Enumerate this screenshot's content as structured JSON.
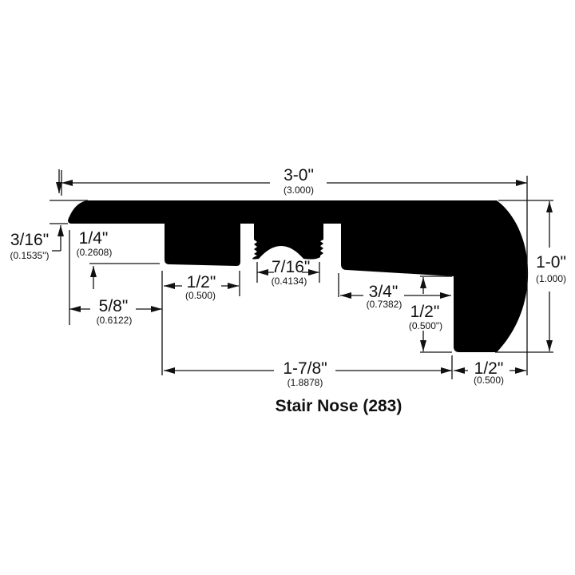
{
  "title": "Stair Nose (283)",
  "dimensions": {
    "overall_width": {
      "fraction": "3-0\"",
      "decimal": "(3.000)"
    },
    "overall_height": {
      "fraction": "1-0\"",
      "decimal": "(1.000)"
    },
    "top_thickness": {
      "fraction": "3/16\"",
      "decimal": "(0.1535\")"
    },
    "leg_depth": {
      "fraction": "1/4\"",
      "decimal": "(0.2608)"
    },
    "left_offset": {
      "fraction": "5/8\"",
      "decimal": "(0.6122)"
    },
    "left_leg_width": {
      "fraction": "1/2\"",
      "decimal": "(0.500)"
    },
    "groove_width": {
      "fraction": "7/16\"",
      "decimal": "(0.4134)"
    },
    "right_pad_width": {
      "fraction": "3/4\"",
      "decimal": "(0.7382)"
    },
    "nose_drop": {
      "fraction": "1/2\"",
      "decimal": "(0.500\")"
    },
    "span_to_nose": {
      "fraction": "1-7/8\"",
      "decimal": "(1.8878)"
    },
    "nose_width": {
      "fraction": "1/2\"",
      "decimal": "(0.500)"
    }
  },
  "colors": {
    "profile": "#000000",
    "lines": "#111111",
    "background": "#ffffff"
  }
}
